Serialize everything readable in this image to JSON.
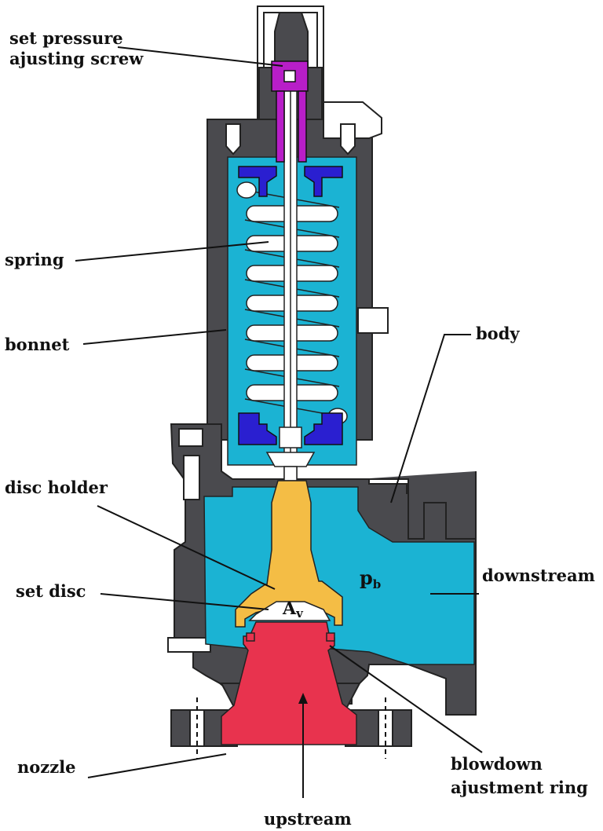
{
  "labels": {
    "set_pressure_1": "set pressure",
    "set_pressure_2": "ajusting screw",
    "spring": "spring",
    "bonnet": "bonnet",
    "body": "body",
    "disc_holder": "disc holder",
    "set_disc": "set disc",
    "downstream": "downstream",
    "nozzle": "nozzle",
    "blowdown_1": "blowdown",
    "blowdown_2": "ajustment ring",
    "upstream": "upstream"
  },
  "symbols": {
    "pb_main": "p",
    "pb_sub": "b",
    "av_main": "A",
    "av_sub": "v"
  },
  "colors": {
    "housing": "#4a4a4e",
    "fluid": "#1bb3d3",
    "spring_coil": "#ffffff",
    "spring_plate": "#2a1fd0",
    "adjusting_screw": "#b81ec8",
    "disc_holder": "#f4bd45",
    "nozzle": "#e8334e",
    "leader_line": "#111111"
  }
}
